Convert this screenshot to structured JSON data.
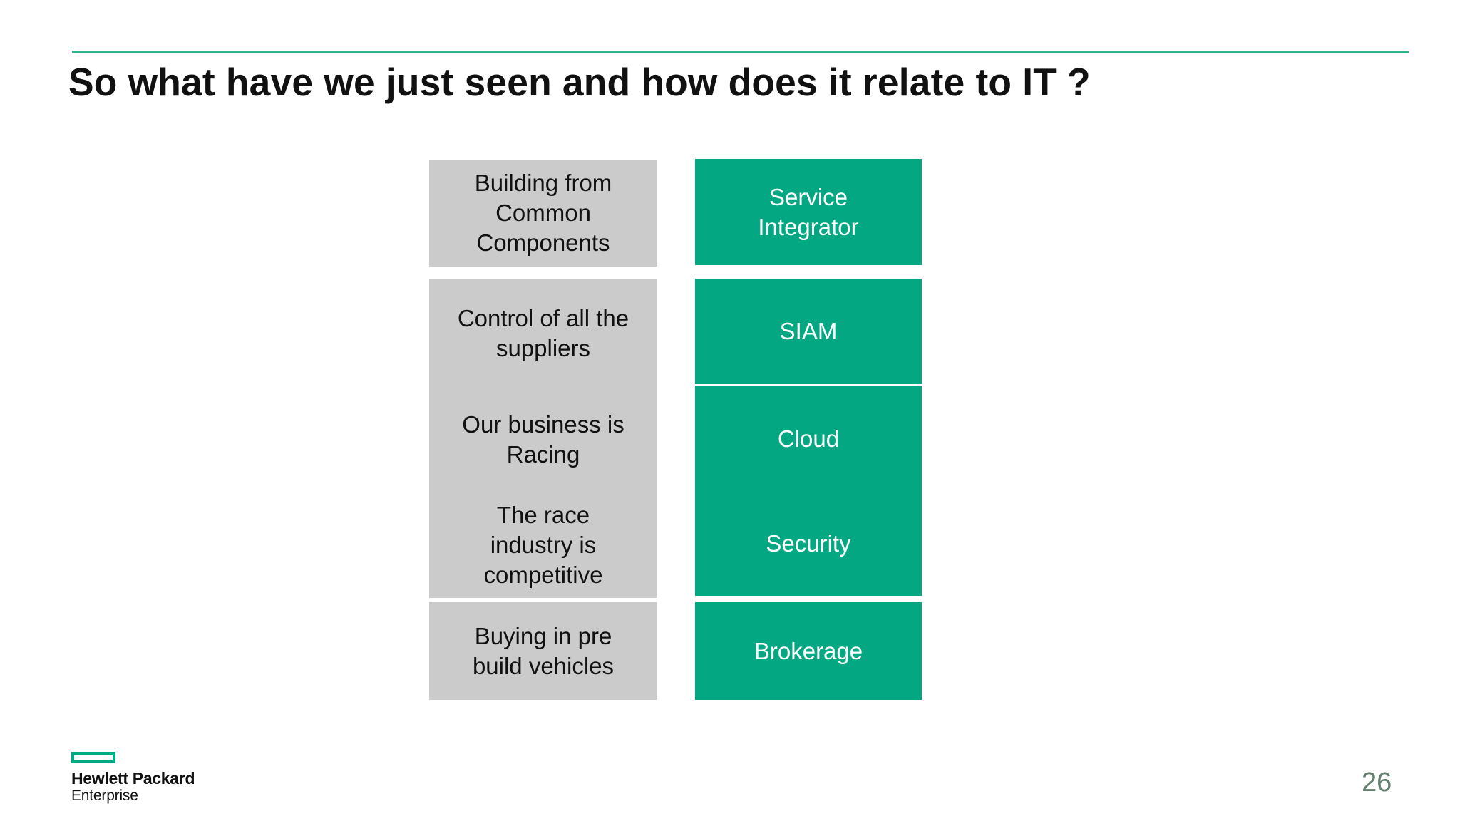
{
  "slide": {
    "title": "So what have we just seen and how does it relate to IT ?",
    "accent_color": "#2bb58a",
    "green_box_color": "#03a882",
    "gray_box_color": "#cbcbcb",
    "page_number": "26"
  },
  "mapping_rows": [
    {
      "concept": "Building from\nCommon\nComponents",
      "it_term": "Service\nIntegrator"
    },
    {
      "concept": "Control of all the\nsuppliers",
      "it_term": "SIAM"
    },
    {
      "concept": "Our business is\nRacing",
      "it_term": "Cloud"
    },
    {
      "concept": "The race\nindustry is\ncompetitive",
      "it_term": "Security"
    },
    {
      "concept": "Buying in pre\nbuild vehicles",
      "it_term": "Brokerage"
    }
  ],
  "logo": {
    "mark": "hpe-rectangle-mark",
    "line1": "Hewlett Packard",
    "line2": "Enterprise"
  }
}
